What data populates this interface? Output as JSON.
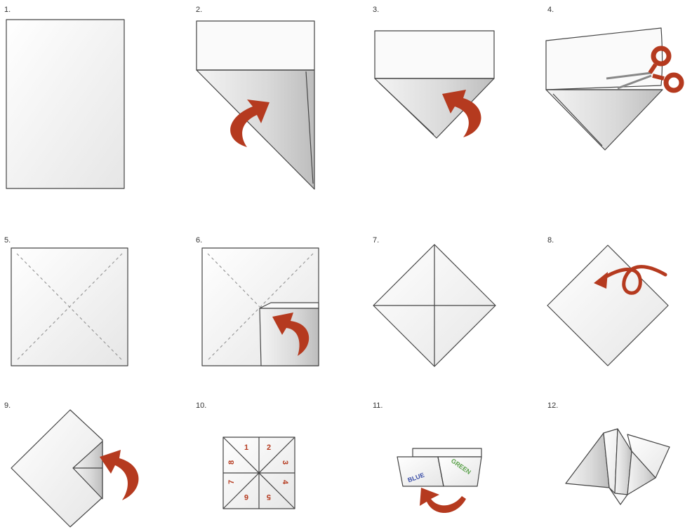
{
  "steps": [
    {
      "label": "1."
    },
    {
      "label": "2."
    },
    {
      "label": "3."
    },
    {
      "label": "4."
    },
    {
      "label": "5."
    },
    {
      "label": "6."
    },
    {
      "label": "7."
    },
    {
      "label": "8."
    },
    {
      "label": "9."
    },
    {
      "label": "10."
    },
    {
      "label": "11."
    },
    {
      "label": "12."
    }
  ],
  "step10_numbers": [
    "1",
    "2",
    "3",
    "4",
    "5",
    "6",
    "7",
    "8"
  ],
  "step11_words": {
    "blue": "BLUE",
    "green": "GREEN"
  },
  "colors": {
    "arrow": "#b53a1f",
    "blue_word": "#3b4fa8",
    "green_word": "#5aa04a",
    "outline": "#444444"
  }
}
